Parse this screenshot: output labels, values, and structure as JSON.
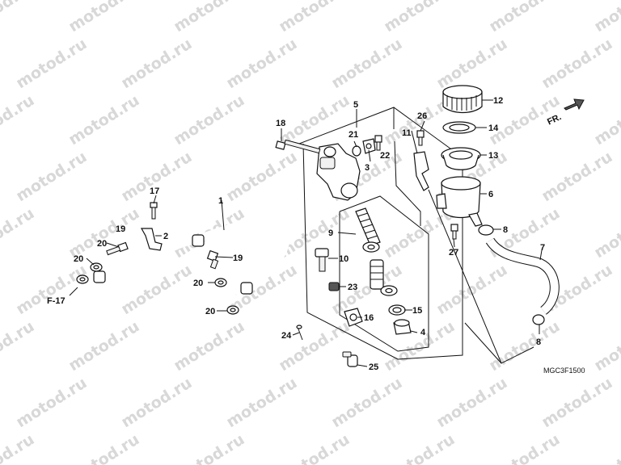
{
  "watermark": "motod.ru",
  "labels": {
    "p1": "1",
    "p2": "2",
    "p3": "3",
    "p4": "4",
    "p5": "5",
    "p6": "6",
    "p7": "7",
    "p8a": "8",
    "p8b": "8",
    "p9": "9",
    "p10": "10",
    "p11": "11",
    "p12": "12",
    "p13": "13",
    "p14": "14",
    "p15": "15",
    "p16": "16",
    "p17": "17",
    "p18": "18",
    "p19a": "19",
    "p19b": "19",
    "p20a": "20",
    "p20b": "20",
    "p20c": "20",
    "p20d": "20",
    "p21": "21",
    "p22": "22",
    "p23": "23",
    "p24": "24",
    "p25": "25",
    "p26": "26",
    "p27": "27"
  },
  "ref_left": "F-17",
  "front_arrow": "FR.",
  "diagram_code": "MGC3F1500"
}
